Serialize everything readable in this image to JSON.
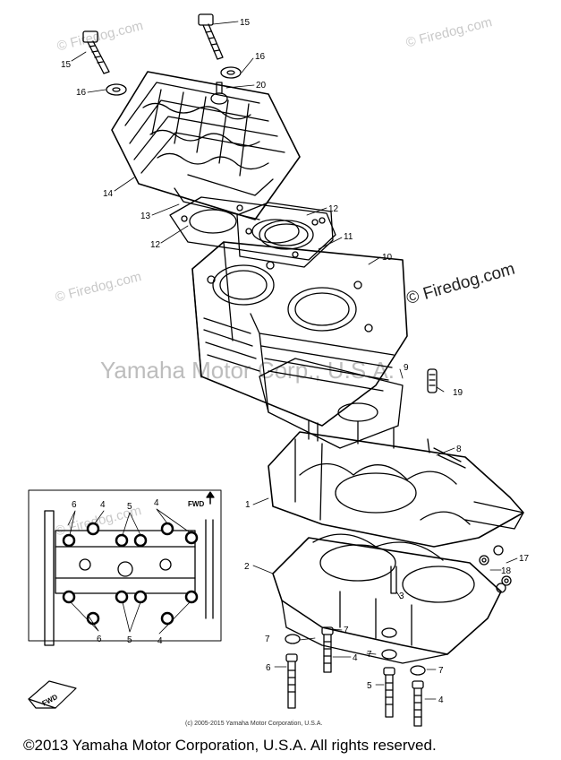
{
  "watermarks": {
    "small": "© Firedog.com",
    "dark": "© Firedog.com",
    "brand": "Yamaha Motor Corp., U.S.A."
  },
  "captions": {
    "small": "(c) 2005-2015 Yamaha Motor Corporation, U.S.A.",
    "main": "©2013 Yamaha Motor Corporation, U.S.A. All rights reserved."
  },
  "inset": {
    "fwd_label": "FWD",
    "callouts_top": [
      "6",
      "4",
      "5",
      "4"
    ],
    "callouts_bottom": [
      "6",
      "5",
      "4"
    ]
  },
  "corner_fwd_label": "FWD",
  "callouts": {
    "c15a": "15",
    "c15b": "15",
    "c16a": "16",
    "c16b": "16",
    "c20": "20",
    "c14": "14",
    "c13": "13",
    "c12a": "12",
    "c12b": "12",
    "c11": "11",
    "c10": "10",
    "c9": "9",
    "c19": "19",
    "c8": "8",
    "c1": "1",
    "c2": "2",
    "c3": "3",
    "c17": "17",
    "c18": "18",
    "c7a": "7",
    "c7b": "7",
    "c7c": "7",
    "c7d": "7",
    "c6": "6",
    "c4a": "4",
    "c4b": "4",
    "c5": "5"
  }
}
